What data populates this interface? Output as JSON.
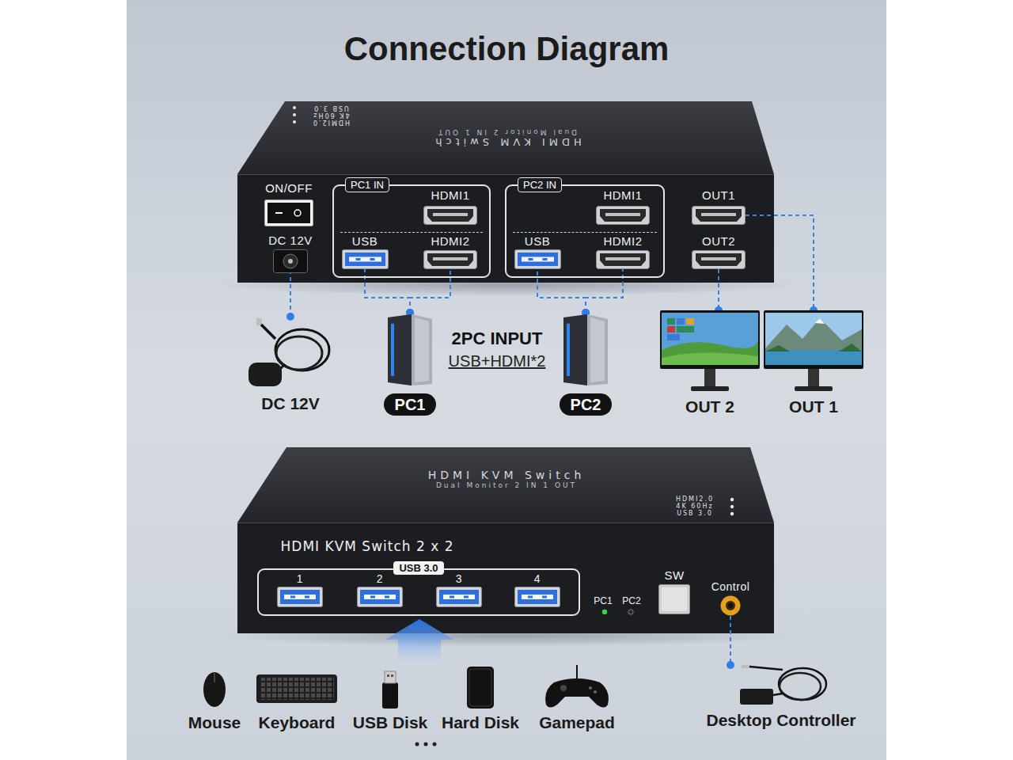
{
  "diagram": {
    "title": "Connection Diagram",
    "nodes": [
      {
        "text": [
          "ON/OFF"
        ]
      },
      {
        "text": [
          "DC 12V"
        ]
      },
      {
        "text": [
          "PC1 IN"
        ]
      },
      {
        "text": [
          "HDMI1"
        ],
        "in": 2
      },
      {
        "text": [
          "USB"
        ],
        "in": 2
      },
      {
        "text": [
          "HDMI2"
        ],
        "in": 2
      },
      {
        "text": [
          "PC2 IN"
        ]
      },
      {
        "text": [
          "HDMI1"
        ],
        "in": 6
      },
      {
        "text": [
          "USB"
        ],
        "in": 6
      },
      {
        "text": [
          "HDMI2"
        ],
        "in": 6
      },
      {
        "text": [
          "OUT1"
        ]
      },
      {
        "text": [
          "OUT2"
        ]
      },
      {
        "text": [
          "DC 12V"
        ]
      },
      {
        "text": [
          "PC1"
        ]
      },
      {
        "text": [
          "PC2"
        ]
      },
      {
        "text": [
          "OUT 2"
        ]
      },
      {
        "text": [
          "OUT 1"
        ]
      },
      {
        "text": [
          "USB 3.0"
        ]
      },
      {
        "text": [
          "1"
        ],
        "in": 17
      },
      {
        "text": [
          "2"
        ],
        "in": 17
      },
      {
        "text": [
          "3"
        ],
        "in": 17
      },
      {
        "text": [
          "4"
        ],
        "in": 17
      },
      {
        "text": [
          "SW"
        ]
      },
      {
        "text": [
          "Control"
        ]
      },
      {
        "text": [
          "Desktop Controller"
        ]
      }
    ],
    "edges": [
      {
        "from": 12,
        "to": 1,
        "arrow": "none"
      },
      {
        "from": 13,
        "to": 4,
        "arrow": "none"
      },
      {
        "from": 13,
        "to": 5,
        "arrow": "none"
      },
      {
        "from": 14,
        "to": 8,
        "arrow": "none"
      },
      {
        "from": 14,
        "to": 9,
        "arrow": "none"
      },
      {
        "from": 11,
        "to": 15,
        "arrow": "none"
      },
      {
        "from": 10,
        "to": 16,
        "arrow": "none"
      },
      {
        "from": 23,
        "to": 24,
        "arrow": "none"
      }
    ],
    "labels": [
      "HDMI KVM Switch",
      "Dual Monitor 2 IN 1 OUT",
      "USB 3.0",
      "4K 60Hz",
      "HDMI2.0",
      "2PC INPUT",
      "USB+HDMI*2",
      "HDMI KVM Switch",
      "Dual Monitor 2 IN 1 OUT",
      "HDMI2.0",
      "4K 60Hz",
      "USB 3.0",
      "HDMI KVM Switch 2 x 2",
      "PC1",
      "PC2",
      "Mouse",
      "Keyboard",
      "USB Disk",
      "Hard Disk",
      "Gamepad"
    ]
  }
}
